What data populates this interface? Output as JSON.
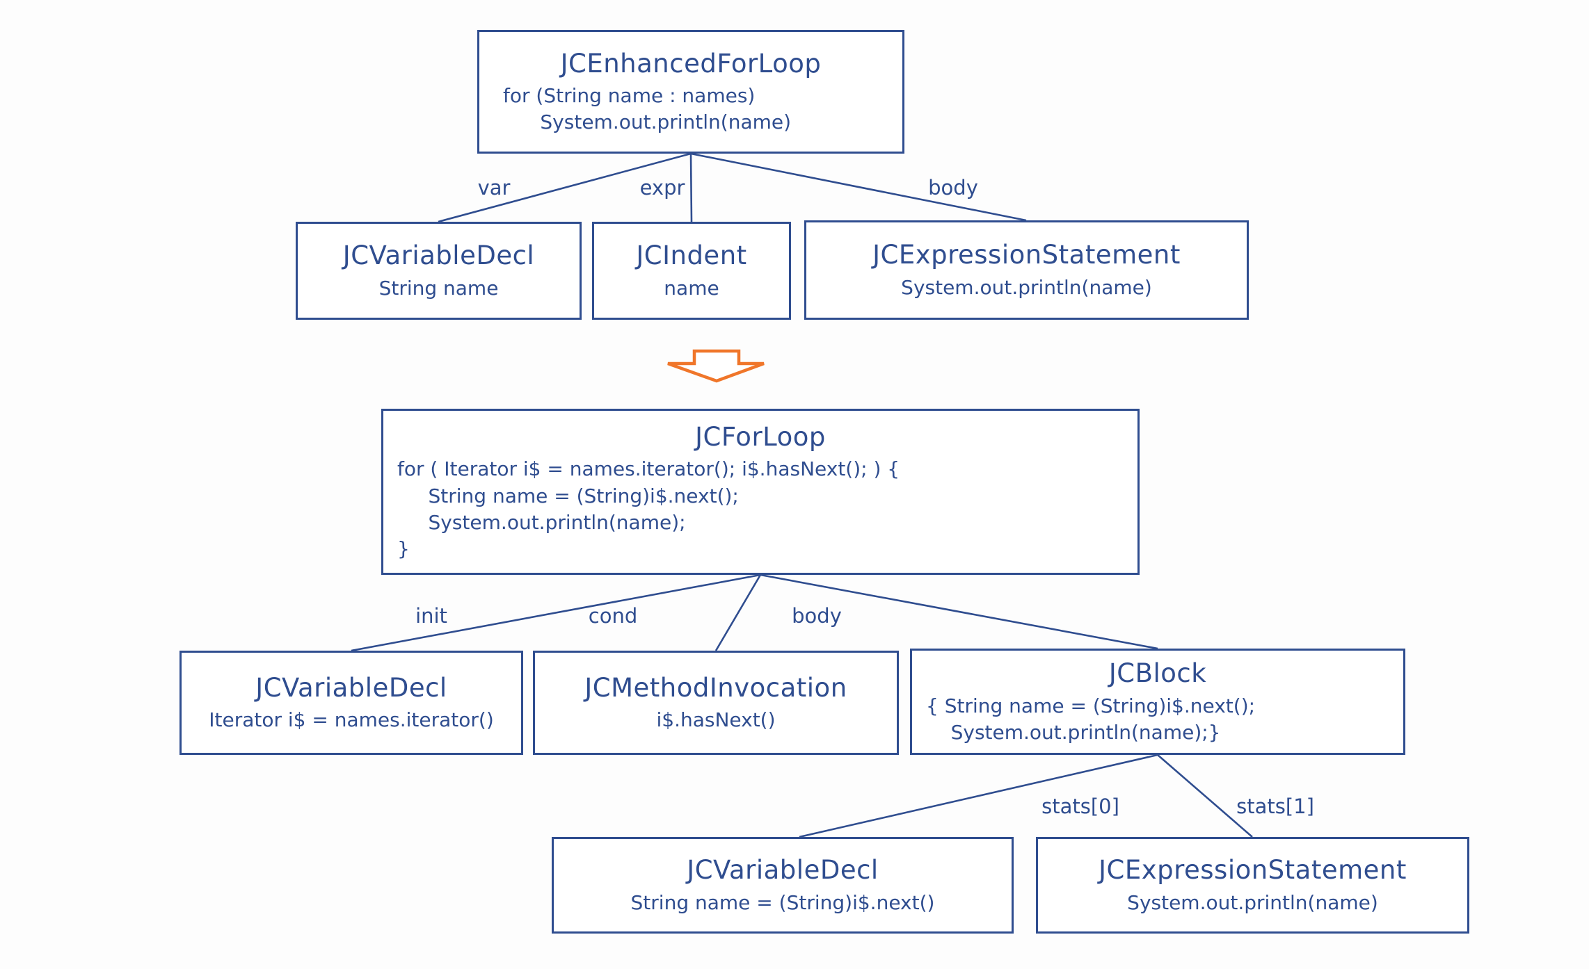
{
  "colors": {
    "line": "#2f4d8f",
    "text": "#2f4d8f",
    "arrow": "#f0762a",
    "background": "#fdfdfd",
    "box_fill": "#ffffff"
  },
  "nodes": {
    "enhanced_for_loop": {
      "title": "JCEnhancedForLoop",
      "lines": [
        "for (String name : names)",
        "      System.out.println(name)"
      ]
    },
    "var_decl_top": {
      "title": "JCVariableDecl",
      "lines": [
        "String name"
      ]
    },
    "ident": {
      "title": "JCIndent",
      "lines": [
        "name"
      ]
    },
    "expr_stmt_top": {
      "title": "JCExpressionStatement",
      "lines": [
        "System.out.println(name)"
      ]
    },
    "for_loop": {
      "title": "JCForLoop",
      "lines": [
        "for ( Iterator i$ = names.iterator(); i$.hasNext(); ) {",
        "     String name = (String)i$.next();",
        "     System.out.println(name);",
        "}"
      ]
    },
    "var_decl_init": {
      "title": "JCVariableDecl",
      "lines": [
        "Iterator i$ = names.iterator()"
      ]
    },
    "method_invocation": {
      "title": "JCMethodInvocation",
      "lines": [
        "i$.hasNext()"
      ]
    },
    "block": {
      "title": "JCBlock",
      "lines": [
        "{ String name = (String)i$.next();",
        "    System.out.println(name);}"
      ]
    },
    "var_decl_stat0": {
      "title": "JCVariableDecl",
      "lines": [
        "String name = (String)i$.next()"
      ]
    },
    "expr_stmt_stat1": {
      "title": "JCExpressionStatement",
      "lines": [
        "System.out.println(name)"
      ]
    }
  },
  "edge_labels": {
    "var": "var",
    "expr": "expr",
    "body_top": "body",
    "init": "init",
    "cond": "cond",
    "body_bottom": "body",
    "stats0": "stats[0]",
    "stats1": "stats[1]"
  }
}
